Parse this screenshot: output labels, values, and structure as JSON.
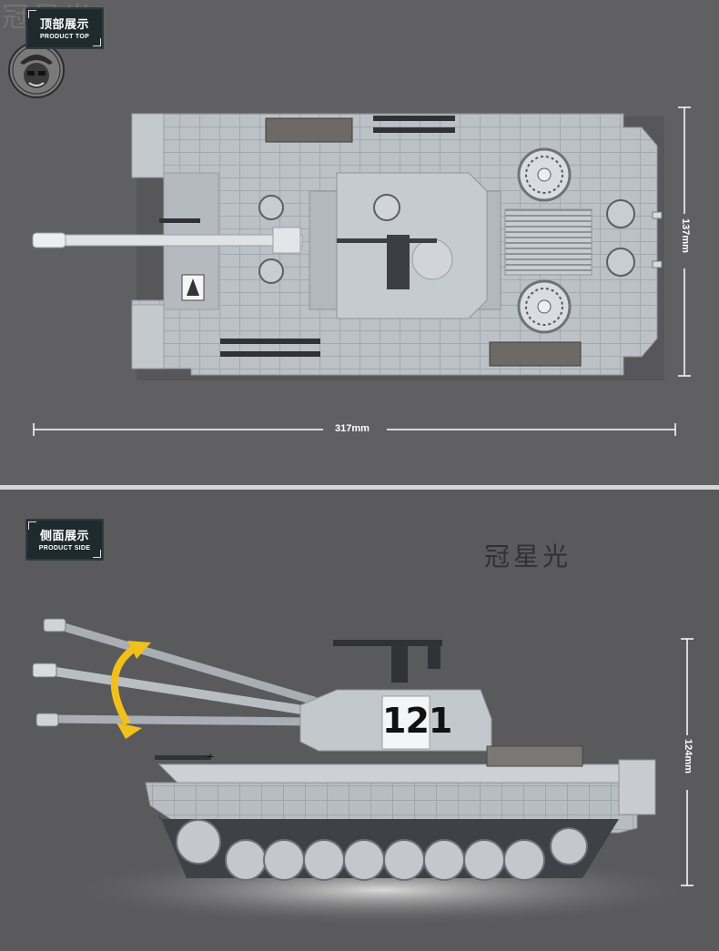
{
  "top_view": {
    "label_title": "顶部展示",
    "label_subtitle": "PRODUCT TOP",
    "watermark": "冠星光",
    "width_dimension": "317mm",
    "height_dimension": "137mm"
  },
  "side_view": {
    "label_title": "侧面展示",
    "label_subtitle": "PRODUCT SIDE",
    "watermark": "冠星光",
    "height_dimension": "124mm",
    "turret_number": "121"
  },
  "colors": {
    "background": "#606062",
    "tank_grey": "#b9bec4",
    "label_box": "#1e2a2e",
    "rotation_arrow": "#f2c01a"
  },
  "icons": {
    "logo": "brand-mascot-logo",
    "rotation": "curved-double-arrow-icon"
  }
}
